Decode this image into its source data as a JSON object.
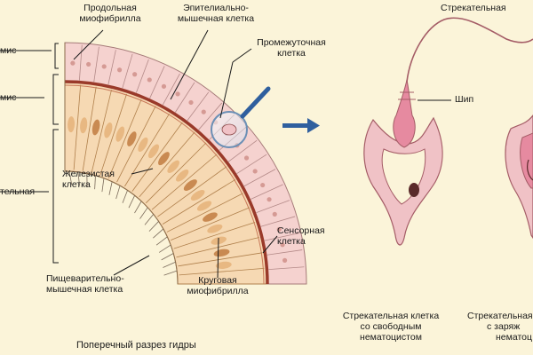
{
  "labels": {
    "longitudinal": [
      "Продольная",
      "миофибрилла"
    ],
    "epithelial": [
      "Эпителиально-",
      "мышечная клетка"
    ],
    "intermediate": [
      "Промежуточная",
      "клетка"
    ],
    "ectoderm_cut": "мис",
    "mesoglea_cut": "мис",
    "endoderm_cut": "тельная",
    "glandular": [
      "Железистая",
      "клетка"
    ],
    "sensory": [
      "Сенсорная",
      "клетка"
    ],
    "digestive": [
      "Пищеварительно-",
      "мышечная клетка"
    ],
    "circular": [
      "Круговая",
      "миофибрилла"
    ],
    "section": "Поперечный разрез гидры",
    "stinging_top": "Стрекательная",
    "spine": "Шип",
    "stinging_free": [
      "Стрекательная клетка",
      "со свободным",
      "нематоцистом"
    ],
    "stinging_loaded": [
      "Стрекательная",
      "с заряж",
      "нематоц"
    ]
  },
  "colors": {
    "background": "#fbf4d9",
    "ectoderm": "#f5d2cf",
    "endoderm": "#f6d9b3",
    "mesoglea": "#9a3a2a",
    "cnidocyte": "#f0c2c6",
    "arrow": "#2f5f9e"
  }
}
